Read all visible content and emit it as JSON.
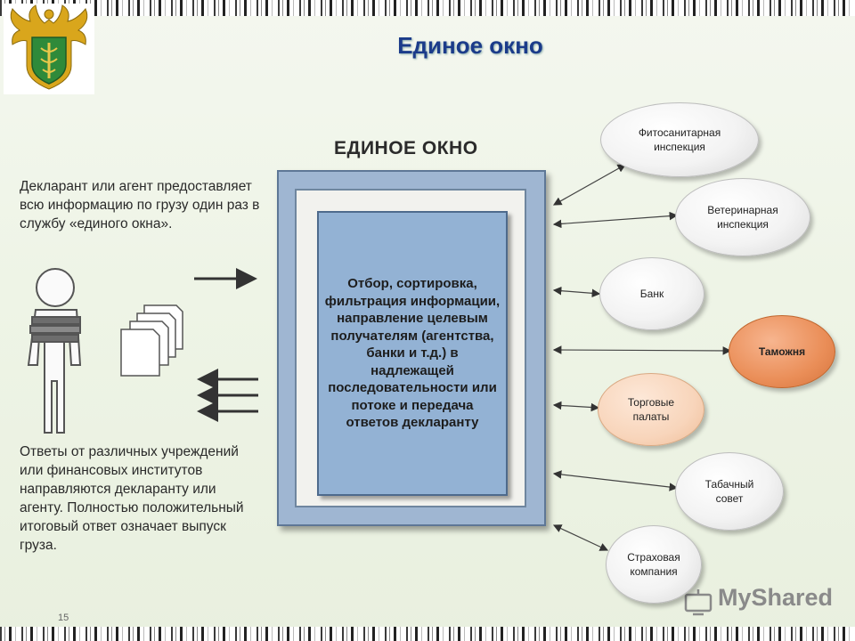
{
  "title": "Единое окно",
  "box_heading": "ЕДИНОЕ ОКНО",
  "core_text": "Отбор, сортировка, фильтрация информации, направление целевым получателям (агентства, банки и т.д.) в надлежащей последовательности или потоке и передача ответов декларанту",
  "left_top_text": "Декларант или агент предоставляет всю информацию по грузу один раз в службу «единого окна».",
  "left_bottom_text": "Ответы от различных учреждений или финансовых институтов направляются декларанту или агенту. Полностью положительный итоговый ответ означает выпуск груза.",
  "nodes": [
    {
      "label": "Фитосанитарная инспекция"
    },
    {
      "label": "Ветеринарная инспекция"
    },
    {
      "label": "Банк"
    },
    {
      "label": "Таможня"
    },
    {
      "label": "Торговые палаты"
    },
    {
      "label": "Табачный совет"
    },
    {
      "label": "Страховая компания"
    }
  ],
  "colors": {
    "title": "#1b3b8a",
    "customs": "#ea8e58",
    "trade": "#f8d5bb",
    "frame": "#9fb6d2",
    "core": "#93b2d4"
  },
  "page_number": "15",
  "watermark": "MyShared"
}
